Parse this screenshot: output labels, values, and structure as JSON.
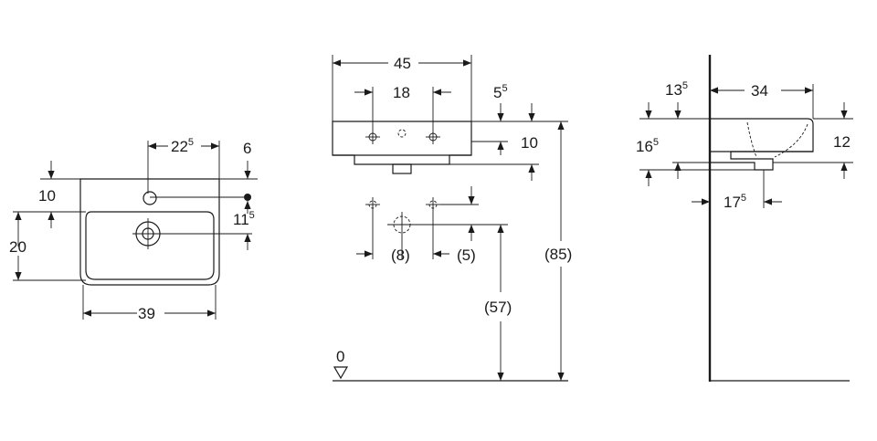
{
  "front_view": {
    "dim_width": "39",
    "dim_depth": "20",
    "dim_top": "10",
    "dim_tap_offset_main": "22",
    "dim_tap_offset_sup": "5",
    "dim_right": "6",
    "dim_overflow_main": "11",
    "dim_overflow_sup": "5"
  },
  "elevation_view": {
    "dim_width": "45",
    "dim_tap_spacing": "18",
    "dim_right_main": "5",
    "dim_right_sup": "5",
    "dim_height": "10",
    "dim_tap_center": "(8)",
    "dim_tap_right": "(5)",
    "dim_outlet_height": "(57)",
    "dim_total_height": "(85)",
    "floor_level": "0"
  },
  "side_view": {
    "dim_top_offset_main": "13",
    "dim_top_offset_sup": "5",
    "dim_depth": "34",
    "dim_height": "12",
    "dim_left_main": "16",
    "dim_left_sup": "5",
    "dim_bottom_main": "17",
    "dim_bottom_sup": "5"
  }
}
